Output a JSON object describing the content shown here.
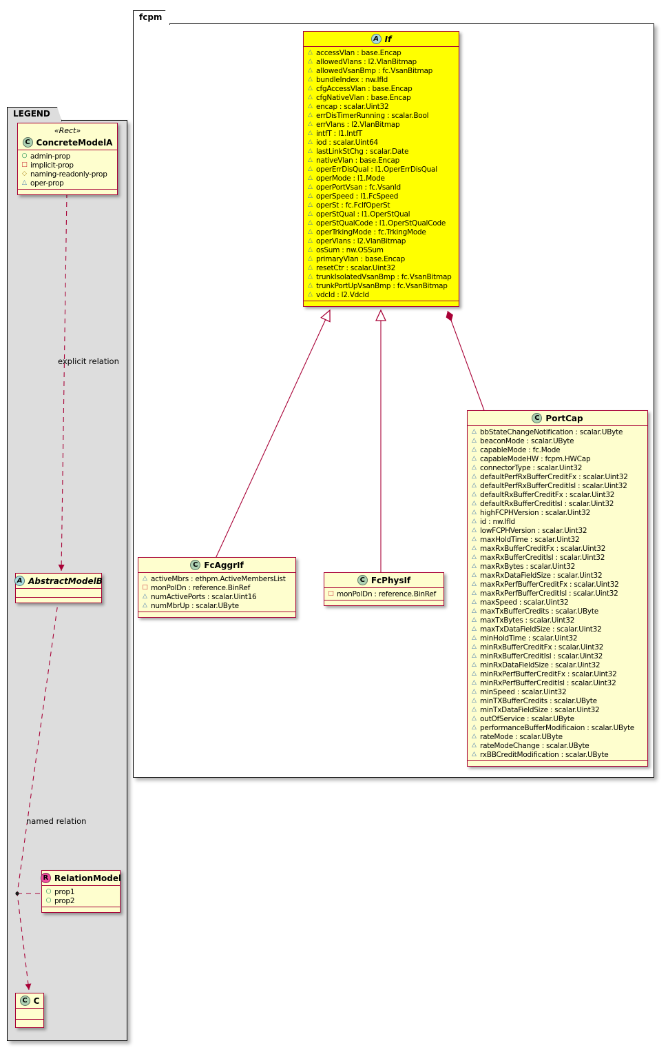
{
  "packages": {
    "fcpm": {
      "name": "fcpm"
    },
    "legend": {
      "name": "LEGEND"
    }
  },
  "relationships": [
    {
      "from": "FcAggrIf",
      "to": "If",
      "type": "generalization"
    },
    {
      "from": "FcPhysIf",
      "to": "If",
      "type": "generalization"
    },
    {
      "from": "PortCap",
      "to": "If",
      "type": "composition"
    },
    {
      "from": "ConcreteModelA",
      "to": "AbstractModelB",
      "type": "dashed-arrow",
      "label": "explicit relation"
    },
    {
      "from": "AbstractModelB",
      "to": "C",
      "type": "dashed-arrow",
      "label": "named relation",
      "association_class": "RelationModel"
    }
  ],
  "classes": {
    "concreteModelA": {
      "stereotype": "«Rect»",
      "spot": "C",
      "name": "ConcreteModelA",
      "members": [
        {
          "icon": "circle",
          "label": "admin-prop"
        },
        {
          "icon": "square",
          "label": "implicit-prop"
        },
        {
          "icon": "diamond",
          "label": "naming-readonly-prop"
        },
        {
          "icon": "triangle",
          "label": "oper-prop"
        }
      ]
    },
    "abstractModelB": {
      "spot": "A",
      "name": "AbstractModelB",
      "members": []
    },
    "relationModel": {
      "spot": "R",
      "name": "RelationModel",
      "members": [
        {
          "icon": "circle",
          "label": "prop1"
        },
        {
          "icon": "circle",
          "label": "prop2"
        }
      ]
    },
    "c": {
      "spot": "C",
      "name": "C",
      "members": []
    },
    "if": {
      "spot": "A",
      "name": "If",
      "members": [
        {
          "icon": "triangle",
          "label": "accessVlan : base.Encap"
        },
        {
          "icon": "triangle",
          "label": "allowedVlans : l2.VlanBitmap"
        },
        {
          "icon": "triangle",
          "label": "allowedVsanBmp : fc.VsanBitmap"
        },
        {
          "icon": "triangle",
          "label": "bundleIndex : nw.IfId"
        },
        {
          "icon": "triangle",
          "label": "cfgAccessVlan : base.Encap"
        },
        {
          "icon": "triangle",
          "label": "cfgNativeVlan : base.Encap"
        },
        {
          "icon": "triangle",
          "label": "encap : scalar.Uint32"
        },
        {
          "icon": "triangle",
          "label": "errDisTimerRunning : scalar.Bool"
        },
        {
          "icon": "triangle",
          "label": "errVlans : l2.VlanBitmap"
        },
        {
          "icon": "triangle",
          "label": "intfT : l1.IntfT"
        },
        {
          "icon": "triangle",
          "label": "iod : scalar.Uint64"
        },
        {
          "icon": "triangle",
          "label": "lastLinkStChg : scalar.Date"
        },
        {
          "icon": "triangle",
          "label": "nativeVlan : base.Encap"
        },
        {
          "icon": "triangle",
          "label": "operErrDisQual : l1.OperErrDisQual"
        },
        {
          "icon": "triangle",
          "label": "operMode : l1.Mode"
        },
        {
          "icon": "triangle",
          "label": "operPortVsan : fc.VsanId"
        },
        {
          "icon": "triangle",
          "label": "operSpeed : l1.FcSpeed"
        },
        {
          "icon": "triangle",
          "label": "operSt : fc.FcIfOperSt"
        },
        {
          "icon": "triangle",
          "label": "operStQual : l1.OperStQual"
        },
        {
          "icon": "triangle",
          "label": "operStQualCode : l1.OperStQualCode"
        },
        {
          "icon": "triangle",
          "label": "operTrkingMode : fc.TrkingMode"
        },
        {
          "icon": "triangle",
          "label": "operVlans : l2.VlanBitmap"
        },
        {
          "icon": "triangle",
          "label": "osSum : nw.OSSum"
        },
        {
          "icon": "triangle",
          "label": "primaryVlan : base.Encap"
        },
        {
          "icon": "triangle",
          "label": "resetCtr : scalar.Uint32"
        },
        {
          "icon": "triangle",
          "label": "trunkIsolatedVsanBmp : fc.VsanBitmap"
        },
        {
          "icon": "triangle",
          "label": "trunkPortUpVsanBmp : fc.VsanBitmap"
        },
        {
          "icon": "triangle",
          "label": "vdcId : l2.VdcId"
        }
      ]
    },
    "fcAggrIf": {
      "spot": "C",
      "name": "FcAggrIf",
      "members": [
        {
          "icon": "triangle",
          "label": "activeMbrs : ethpm.ActiveMembersList"
        },
        {
          "icon": "square",
          "label": "monPolDn : reference.BinRef"
        },
        {
          "icon": "triangle",
          "label": "numActivePorts : scalar.Uint16"
        },
        {
          "icon": "triangle",
          "label": "numMbrUp : scalar.UByte"
        }
      ]
    },
    "fcPhysIf": {
      "spot": "C",
      "name": "FcPhysIf",
      "members": [
        {
          "icon": "square",
          "label": "monPolDn : reference.BinRef"
        }
      ]
    },
    "portCap": {
      "spot": "C",
      "name": "PortCap",
      "members": [
        {
          "icon": "triangle",
          "label": "bbStateChangeNotification : scalar.UByte"
        },
        {
          "icon": "triangle",
          "label": "beaconMode : scalar.UByte"
        },
        {
          "icon": "triangle",
          "label": "capableMode : fc.Mode"
        },
        {
          "icon": "triangle",
          "label": "capableModeHW : fcpm.HWCap"
        },
        {
          "icon": "triangle",
          "label": "connectorType : scalar.Uint32"
        },
        {
          "icon": "triangle",
          "label": "defaultPerfRxBufferCreditFx : scalar.Uint32"
        },
        {
          "icon": "triangle",
          "label": "defaultPerfRxBufferCreditIsl : scalar.Uint32"
        },
        {
          "icon": "triangle",
          "label": "defaultRxBufferCreditFx : scalar.Uint32"
        },
        {
          "icon": "triangle",
          "label": "defaultRxBufferCreditIsl : scalar.Uint32"
        },
        {
          "icon": "triangle",
          "label": "highFCPHVersion : scalar.Uint32"
        },
        {
          "icon": "triangle",
          "label": "id : nw.IfId"
        },
        {
          "icon": "triangle",
          "label": "lowFCPHVersion : scalar.Uint32"
        },
        {
          "icon": "triangle",
          "label": "maxHoldTime : scalar.Uint32"
        },
        {
          "icon": "triangle",
          "label": "maxRxBufferCreditFx : scalar.Uint32"
        },
        {
          "icon": "triangle",
          "label": "maxRxBufferCreditIsl : scalar.Uint32"
        },
        {
          "icon": "triangle",
          "label": "maxRxBytes : scalar.Uint32"
        },
        {
          "icon": "triangle",
          "label": "maxRxDataFieldSize : scalar.Uint32"
        },
        {
          "icon": "triangle",
          "label": "maxRxPerfBufferCreditFx : scalar.Uint32"
        },
        {
          "icon": "triangle",
          "label": "maxRxPerfBufferCreditIsl : scalar.Uint32"
        },
        {
          "icon": "triangle",
          "label": "maxSpeed : scalar.Uint32"
        },
        {
          "icon": "triangle",
          "label": "maxTxBufferCredits : scalar.UByte"
        },
        {
          "icon": "triangle",
          "label": "maxTxBytes : scalar.Uint32"
        },
        {
          "icon": "triangle",
          "label": "maxTxDataFieldSize : scalar.Uint32"
        },
        {
          "icon": "triangle",
          "label": "minHoldTime : scalar.Uint32"
        },
        {
          "icon": "triangle",
          "label": "minRxBufferCreditFx : scalar.Uint32"
        },
        {
          "icon": "triangle",
          "label": "minRxBufferCreditIsl : scalar.Uint32"
        },
        {
          "icon": "triangle",
          "label": "minRxDataFieldSize : scalar.Uint32"
        },
        {
          "icon": "triangle",
          "label": "minRxPerfBufferCreditFx : scalar.Uint32"
        },
        {
          "icon": "triangle",
          "label": "minRxPerfBufferCreditIsl : scalar.Uint32"
        },
        {
          "icon": "triangle",
          "label": "minSpeed : scalar.Uint32"
        },
        {
          "icon": "triangle",
          "label": "minTXBufferCredits : scalar.UByte"
        },
        {
          "icon": "triangle",
          "label": "minTxDataFieldSize : scalar.Uint32"
        },
        {
          "icon": "triangle",
          "label": "outOfService : scalar.UByte"
        },
        {
          "icon": "triangle",
          "label": "performanceBufferModificaion : scalar.UByte"
        },
        {
          "icon": "triangle",
          "label": "rateMode : scalar.UByte"
        },
        {
          "icon": "triangle",
          "label": "rateModeChange : scalar.UByte"
        },
        {
          "icon": "triangle",
          "label": "rxBBCreditModification : scalar.UByte"
        }
      ]
    }
  },
  "colors": {
    "class_border": "#A80036",
    "class_background": "#FEFECE",
    "highlight_background": "#FFFF00",
    "legend_background": "#DDDDDD",
    "spot_class": "#ADD1B2",
    "spot_abstract": "#A9DCDF",
    "spot_relation": "#F24DA0",
    "icon_circle": "#038048",
    "icon_square": "#C82930",
    "icon_diamond": "#B38D22",
    "icon_triangle": "#4177AF"
  }
}
